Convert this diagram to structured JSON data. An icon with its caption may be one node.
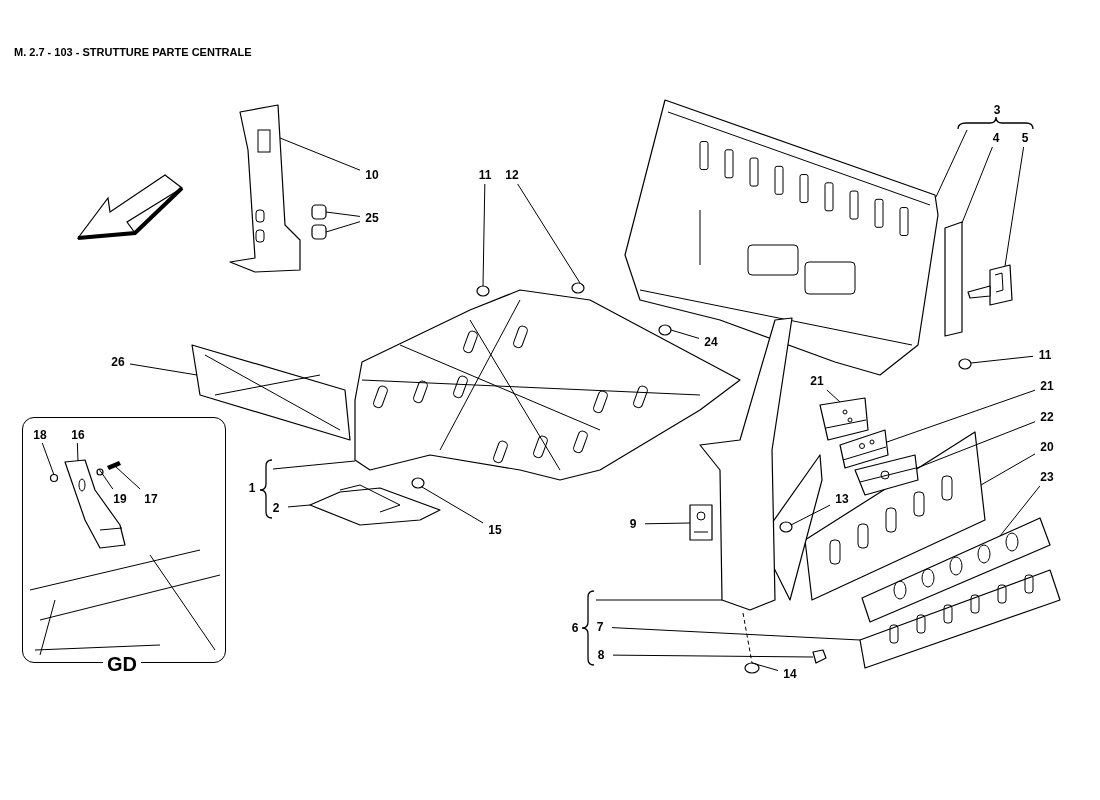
{
  "diagram": {
    "title": "M. 2.7 - 103 - STRUTTURE PARTE CENTRALE",
    "nodes": [
      {
        "text": [
          "10"
        ]
      },
      {
        "text": [
          "25"
        ]
      },
      {
        "text": [
          "11"
        ]
      },
      {
        "text": [
          "12"
        ]
      },
      {
        "text": [
          "3"
        ]
      },
      {
        "text": [
          "4"
        ]
      },
      {
        "text": [
          "5"
        ]
      },
      {
        "text": [
          "26"
        ]
      },
      {
        "text": [
          "24"
        ]
      },
      {
        "text": [
          "11"
        ]
      },
      {
        "text": [
          "21"
        ]
      },
      {
        "text": [
          "21"
        ]
      },
      {
        "text": [
          "22"
        ]
      },
      {
        "text": [
          "20"
        ]
      },
      {
        "text": [
          "23"
        ]
      },
      {
        "text": [
          "1"
        ]
      },
      {
        "text": [
          "2"
        ]
      },
      {
        "text": [
          "15"
        ]
      },
      {
        "text": [
          "13"
        ]
      },
      {
        "text": [
          "9"
        ]
      },
      {
        "text": [
          "6"
        ]
      },
      {
        "text": [
          "7"
        ]
      },
      {
        "text": [
          "8"
        ]
      },
      {
        "text": [
          "14"
        ]
      },
      {
        "text": [
          "GD"
        ]
      },
      {
        "text": [
          "18"
        ],
        "in": 24
      },
      {
        "text": [
          "16"
        ],
        "in": 24
      },
      {
        "text": [
          "19"
        ],
        "in": 24
      },
      {
        "text": [
          "17"
        ],
        "in": 24
      },
      {
        "text": [],
        "shape": "picture"
      },
      {
        "text": [],
        "shape": "box"
      },
      {
        "text": [],
        "shape": "box"
      },
      {
        "text": [],
        "shape": "circle"
      },
      {
        "text": [],
        "shape": "circle"
      },
      {
        "text": [],
        "shape": "picture"
      },
      {
        "text": [],
        "shape": "bar"
      },
      {
        "text": [],
        "shape": "picture"
      },
      {
        "text": [],
        "shape": "picture"
      },
      {
        "text": [],
        "shape": "circle"
      },
      {
        "text": [],
        "shape": "circle"
      },
      {
        "text": [],
        "shape": "picture"
      },
      {
        "text": [],
        "shape": "picture"
      },
      {
        "text": [],
        "shape": "picture"
      },
      {
        "text": [],
        "shape": "picture"
      },
      {
        "text": [],
        "shape": "picture"
      },
      {
        "text": [],
        "shape": "picture"
      },
      {
        "text": [],
        "shape": "picture"
      },
      {
        "text": [],
        "shape": "circle"
      },
      {
        "text": [],
        "shape": "circle"
      },
      {
        "text": [],
        "shape": "picture"
      },
      {
        "text": [],
        "shape": "picture"
      },
      {
        "text": [],
        "shape": "picture"
      },
      {
        "text": [],
        "shape": "box"
      },
      {
        "text": [],
        "shape": "circle"
      },
      {
        "text": [],
        "shape": "circle",
        "in": 24
      },
      {
        "text": [],
        "shape": "picture",
        "in": 24
      },
      {
        "text": [],
        "shape": "circle",
        "in": 24
      },
      {
        "text": [],
        "shape": "bar",
        "in": 24
      }
    ],
    "edges": [
      {
        "from": 0,
        "to": 29,
        "arrow": "none"
      },
      {
        "from": 1,
        "to": 30,
        "arrow": "none"
      },
      {
        "from": 1,
        "to": 31,
        "arrow": "none"
      },
      {
        "from": 2,
        "to": 32,
        "arrow": "none"
      },
      {
        "from": 3,
        "to": 33,
        "arrow": "none"
      },
      {
        "from": 4,
        "to": 34,
        "arrow": "none"
      },
      {
        "from": 5,
        "to": 35,
        "arrow": "none"
      },
      {
        "from": 6,
        "to": 36,
        "arrow": "none"
      },
      {
        "from": 7,
        "to": 37,
        "arrow": "none"
      },
      {
        "from": 8,
        "to": 38,
        "arrow": "none"
      },
      {
        "from": 9,
        "to": 39,
        "arrow": "none"
      },
      {
        "from": 10,
        "to": 40,
        "arrow": "none"
      },
      {
        "from": 11,
        "to": 41,
        "arrow": "none"
      },
      {
        "from": 12,
        "to": 42,
        "arrow": "none"
      },
      {
        "from": 13,
        "to": 43,
        "arrow": "none"
      },
      {
        "from": 14,
        "to": 44,
        "arrow": "none"
      },
      {
        "from": 15,
        "to": 45,
        "arrow": "none"
      },
      {
        "from": 16,
        "to": 46,
        "arrow": "none"
      },
      {
        "from": 17,
        "to": 47,
        "arrow": "none"
      },
      {
        "from": 18,
        "to": 48,
        "arrow": "none"
      },
      {
        "from": 19,
        "to": 49,
        "arrow": "none"
      },
      {
        "from": 20,
        "to": 50,
        "arrow": "none"
      },
      {
        "from": 21,
        "to": 51,
        "arrow": "none"
      },
      {
        "from": 22,
        "to": 52,
        "arrow": "none"
      },
      {
        "from": 23,
        "to": 53,
        "arrow": "none"
      },
      {
        "from": 25,
        "to": 54,
        "arrow": "none"
      },
      {
        "from": 26,
        "to": 55,
        "arrow": "none"
      },
      {
        "from": 27,
        "to": 56,
        "arrow": "none"
      },
      {
        "from": 28,
        "to": 57,
        "arrow": "none"
      },
      {
        "from": 50,
        "to": 53,
        "arrow": "none",
        "style": "dashed"
      }
    ]
  }
}
